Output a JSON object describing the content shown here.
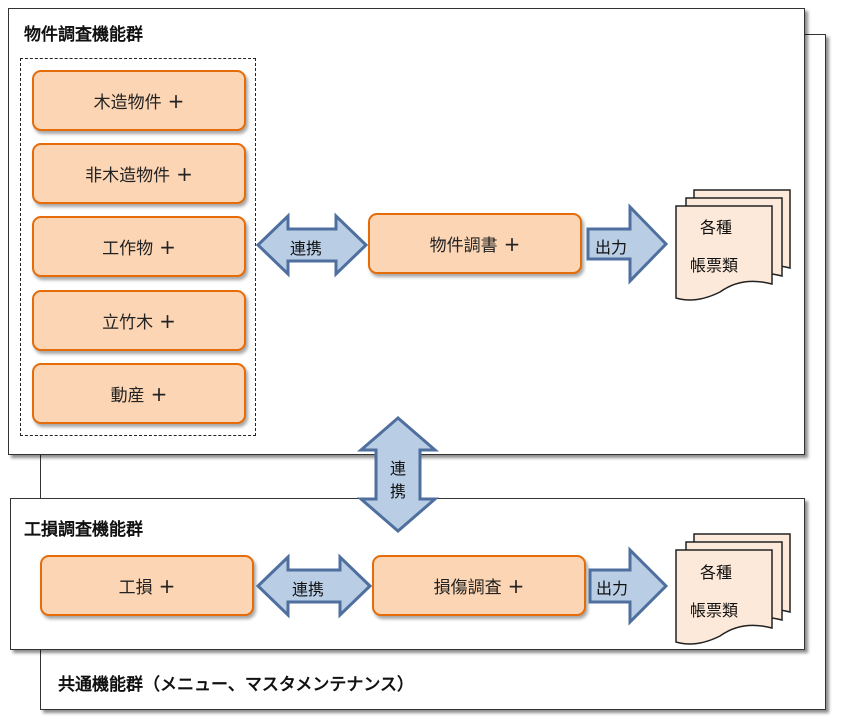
{
  "common_group": {
    "title": "共通機能群（メニュー、マスタメンテナンス）"
  },
  "property_group": {
    "title": "物件調査機能群",
    "types": [
      {
        "label": "木造物件",
        "plus": "+"
      },
      {
        "label": "非木造物件",
        "plus": "+"
      },
      {
        "label": "工作物",
        "plus": "+"
      },
      {
        "label": "立竹木",
        "plus": "+"
      },
      {
        "label": "動産",
        "plus": "+"
      }
    ],
    "link_label": "連携",
    "survey": {
      "label": "物件調書",
      "plus": "+"
    },
    "output_label": "出力",
    "documents": {
      "line1": "各種",
      "line2": "帳票類"
    }
  },
  "group_link_label": {
    "char1": "連",
    "char2": "携"
  },
  "damage_group": {
    "title": "工損調査機能群",
    "source": {
      "label": "工損",
      "plus": "+"
    },
    "link_label": "連携",
    "survey": {
      "label": "損傷調査",
      "plus": "+"
    },
    "output_label": "出力",
    "documents": {
      "line1": "各種",
      "line2": "帳票類"
    }
  },
  "colors": {
    "box_fill": "#fcd5b4",
    "box_border": "#e46c0a",
    "arrow_fill": "#b9cde5",
    "arrow_border": "#4f6f9f",
    "doc_fill": "#fde9d9"
  }
}
